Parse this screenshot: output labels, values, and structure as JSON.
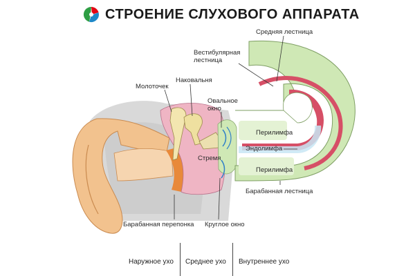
{
  "title": "СТРОЕНИЕ СЛУХОВОГО АППАРАТА",
  "logo": {
    "icon": "tricolor-swirl-logo",
    "colors": [
      "#e30613",
      "#1e88c8",
      "#2e9e44"
    ]
  },
  "labels": {
    "scala_media": "Средняя лестница",
    "scala_vestibuli_line1": "Вестибулярная",
    "scala_vestibuli_line2": "лестница",
    "malleus": "Молоточек",
    "incus": "Наковальня",
    "oval_window_line1": "Овальное",
    "oval_window_line2": "окно",
    "perilymph_top": "Перилимфа",
    "endolymph": "Эндолимфа",
    "stapes": "Стремя",
    "perilymph_bottom": "Перилимфа",
    "scala_tympani": "Барабанная лестница",
    "eardrum": "Барабанная перепонка",
    "round_window": "Круглое окно"
  },
  "regions": {
    "outer": "Наружное ухо",
    "middle": "Среднее ухо",
    "inner": "Внутреннее ухо"
  },
  "colors": {
    "skin": "#f2c28e",
    "bone": "#d9d9d9",
    "canal": "#efb5c4",
    "membrane": "#e8893a",
    "cochlea_outer": "#cfe8b5",
    "cochlea_red": "#d64f66",
    "endolymph": "#c8e6f5"
  }
}
